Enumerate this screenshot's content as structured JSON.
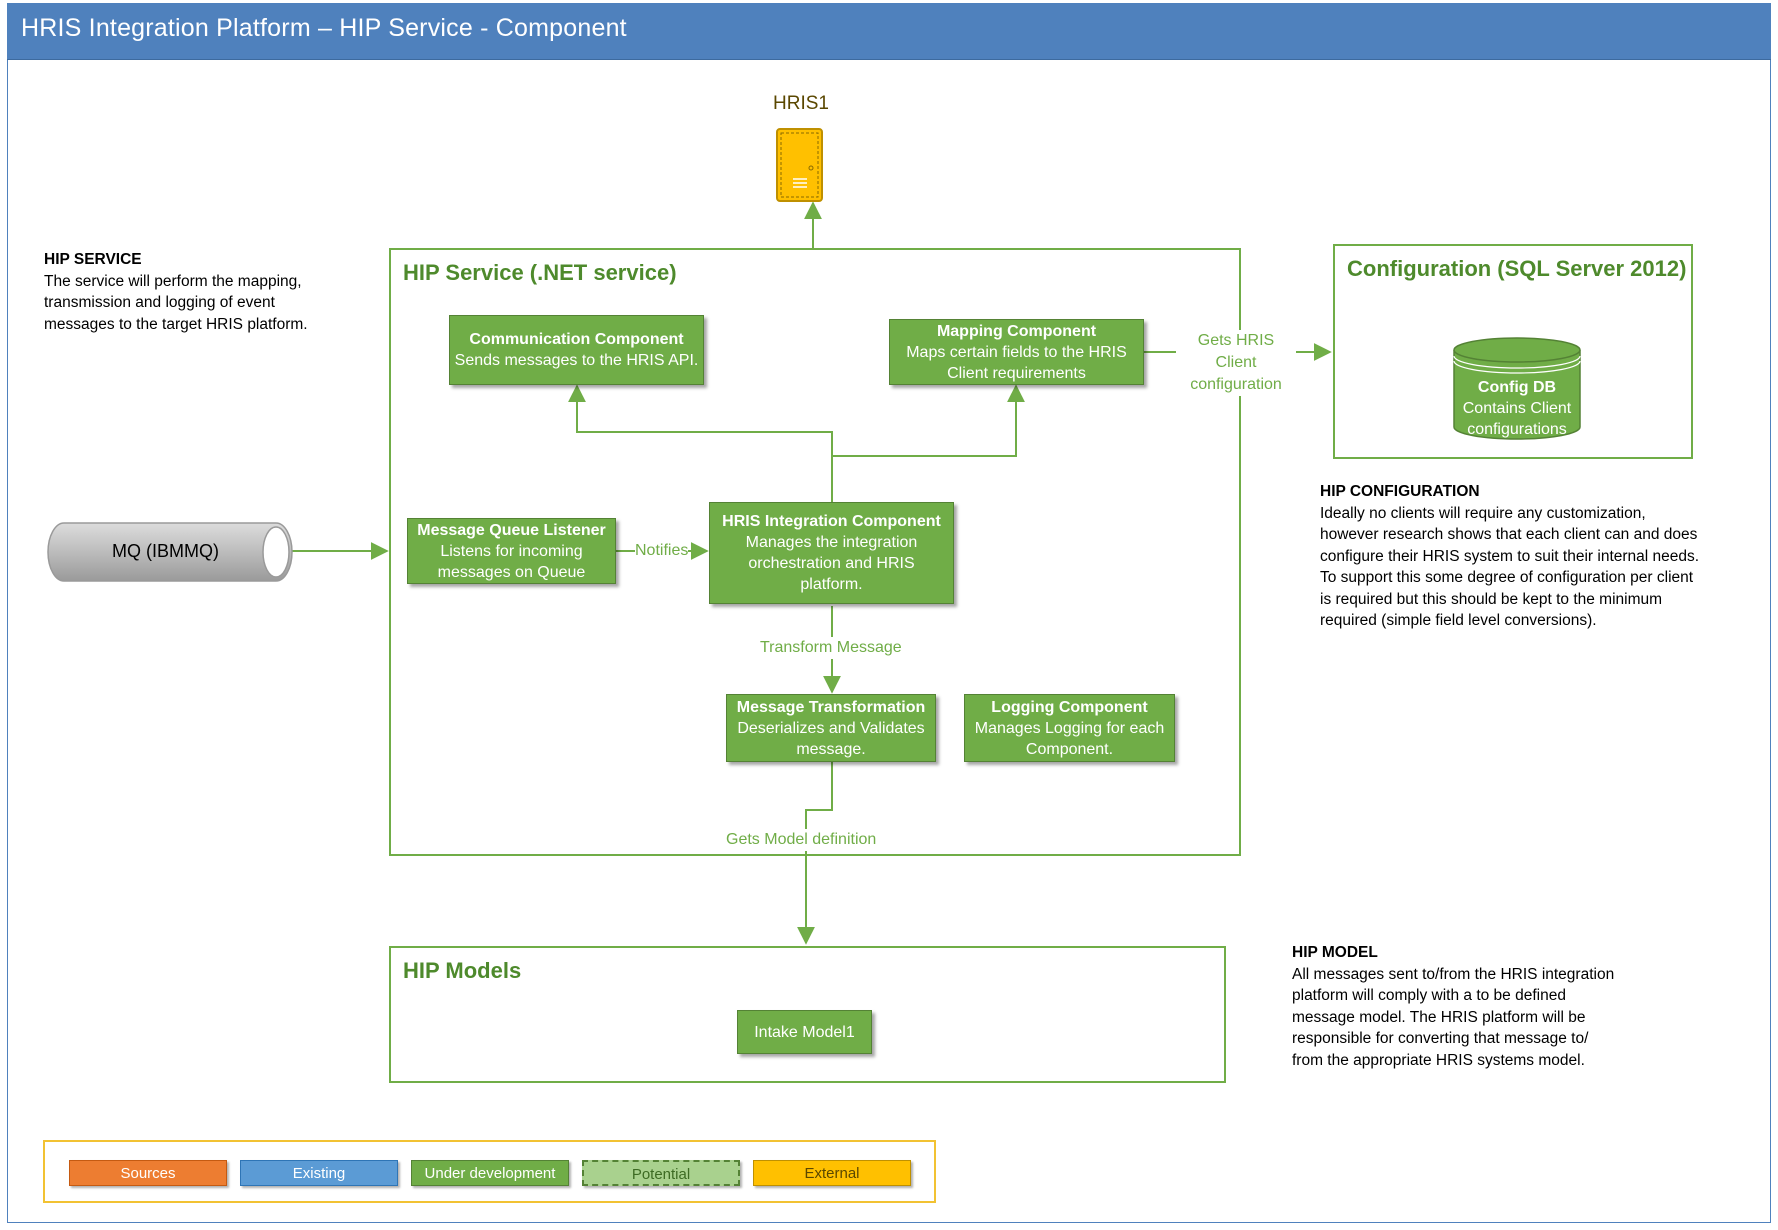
{
  "title": "HRIS Integration Platform – HIP Service - Component",
  "hris1_label": "HRIS1",
  "mq_label": "MQ (IBMMQ)",
  "hip_service": {
    "title": "HIP Service (.NET service)",
    "communication": {
      "title": "Communication Component",
      "text": "Sends messages to the HRIS API."
    },
    "mapping": {
      "title": "Mapping Component",
      "line1": "Maps certain fields to the HRIS",
      "line2": "Client requirements"
    },
    "listener": {
      "title": "Message Queue Listener",
      "line1": "Listens for incoming",
      "line2": "messages on Queue"
    },
    "integration": {
      "title": "HRIS Integration Component",
      "line1": "Manages the integration",
      "line2": "orchestration and HRIS",
      "line3": "platform."
    },
    "transformation": {
      "title": "Message Transformation",
      "line1": "Deserializes and Validates",
      "line2": "message."
    },
    "logging": {
      "title": "Logging Component",
      "line1": "Manages Logging for each",
      "line2": "Component."
    }
  },
  "edges": {
    "notifies": "Notifies",
    "transform": "Transform Message",
    "gets_model": "Gets Model definition",
    "gets_config_line1": "Gets HRIS Client",
    "gets_config_line2": "configuration"
  },
  "configuration": {
    "title": "Configuration (SQL Server 2012)",
    "db_title": "Config DB",
    "db_line1": "Contains Client",
    "db_line2": "configurations"
  },
  "hip_models": {
    "title": "HIP Models",
    "intake": "Intake Model1"
  },
  "notes": {
    "service": {
      "heading": "HIP SERVICE",
      "lines": [
        "The service will perform the mapping,",
        "transmission and logging of event",
        "messages to the target HRIS platform."
      ]
    },
    "configuration": {
      "heading": "HIP CONFIGURATION",
      "lines": [
        "Ideally no clients will require any customization,",
        "however research shows that each client can and does",
        "configure their HRIS system to suit their internal needs.",
        "To support this some degree of configuration per client",
        "is required but this should be kept to the minimum",
        "required (simple field level conversions)."
      ]
    },
    "model": {
      "heading": "HIP MODEL",
      "lines": [
        "All messages sent to/from the HRIS integration",
        "platform will comply with a to be defined",
        "message model.  The HRIS platform will be",
        "responsible for converting that message to/",
        "from the appropriate HRIS systems model."
      ]
    }
  },
  "legend": [
    {
      "label": "Sources",
      "color": "#ed7d31"
    },
    {
      "label": "Existing",
      "color": "#5b9bd5"
    },
    {
      "label": "Under development",
      "color": "#70ad47"
    },
    {
      "label": "Potential",
      "color": "#a9d18e"
    },
    {
      "label": "External",
      "color": "#ffc000"
    }
  ],
  "colors": {
    "title_bar": "#4f81bd",
    "green": "#70ad47",
    "green_text": "#4e8a2c"
  }
}
